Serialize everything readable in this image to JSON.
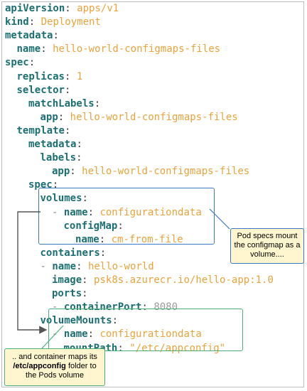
{
  "yaml": {
    "lines": [
      {
        "indent": 0,
        "key": "apiVersion",
        "value": "apps/v1"
      },
      {
        "indent": 0,
        "key": "kind",
        "value": "Deployment"
      },
      {
        "indent": 0,
        "key": "metadata",
        "value": ""
      },
      {
        "indent": 1,
        "key": "name",
        "value": "hello-world-configmaps-files"
      },
      {
        "indent": 0,
        "key": "spec",
        "value": ""
      },
      {
        "indent": 1,
        "key": "replicas",
        "value": "1"
      },
      {
        "indent": 1,
        "key": "selector",
        "value": ""
      },
      {
        "indent": 2,
        "key": "matchLabels",
        "value": ""
      },
      {
        "indent": 3,
        "key": "app",
        "value": "hello-world-configmaps-files"
      },
      {
        "indent": 1,
        "key": "template",
        "value": ""
      },
      {
        "indent": 2,
        "key": "metadata",
        "value": ""
      },
      {
        "indent": 3,
        "key": "labels",
        "value": ""
      },
      {
        "indent": 4,
        "key": "app",
        "value": "hello-world-configmaps-files"
      },
      {
        "indent": 2,
        "key": "spec",
        "value": ""
      },
      {
        "indent": 3,
        "key": "volumes",
        "value": ""
      },
      {
        "indent": 4,
        "key": "name",
        "value": "configurationdata",
        "dash": true
      },
      {
        "indent": 5,
        "key": "configMap",
        "value": ""
      },
      {
        "indent": 6,
        "key": "name",
        "value": "cm-from-file"
      },
      {
        "indent": 3,
        "key": "containers",
        "value": ""
      },
      {
        "indent": 3,
        "key": "name",
        "value": "hello-world",
        "dash": true
      },
      {
        "indent": 4,
        "key": "image",
        "value": "psk8s.azurecr.io/hello-app:1.0"
      },
      {
        "indent": 4,
        "key": "ports",
        "value": ""
      },
      {
        "indent": 4,
        "key": "containerPort",
        "value": "8080",
        "dash": true,
        "numeric": true
      },
      {
        "indent": 3,
        "key": "volumeMounts",
        "value": ""
      },
      {
        "indent": 4,
        "key": "name",
        "value": "configurationdata",
        "dash": true
      },
      {
        "indent": 5,
        "key": "mountPath",
        "value": "\"/etc/appconfig\""
      }
    ]
  },
  "callouts": {
    "pod_specs": "Pod specs mount the configmap as a volume....",
    "container_prefix": ".. and container maps its",
    "container_path": "/etc/appconfig",
    "container_suffix": "folder to the Pods volume"
  },
  "colors": {
    "key": "#1c6f72",
    "value": "#e8a33d",
    "volumes_box": "#3b78c4",
    "volumemounts_box": "#4caf7a",
    "callout_bg": "#fff5cf",
    "arrow": "#555555"
  }
}
